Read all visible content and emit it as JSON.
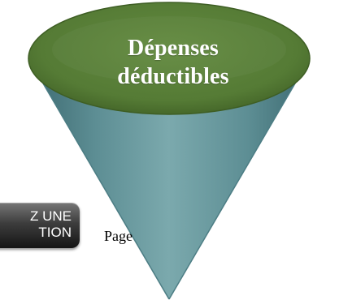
{
  "diagram": {
    "funnel_title_lines": [
      "Dépenses",
      "déductibles"
    ],
    "colors": {
      "funnel_top": "#557B35",
      "funnel_body": "#73A0A4",
      "funnel_edge": "#4C7D84"
    }
  },
  "overlay": {
    "action_button_lines": [
      "Z UNE",
      "TION"
    ],
    "page_fragment_text": "Page"
  }
}
